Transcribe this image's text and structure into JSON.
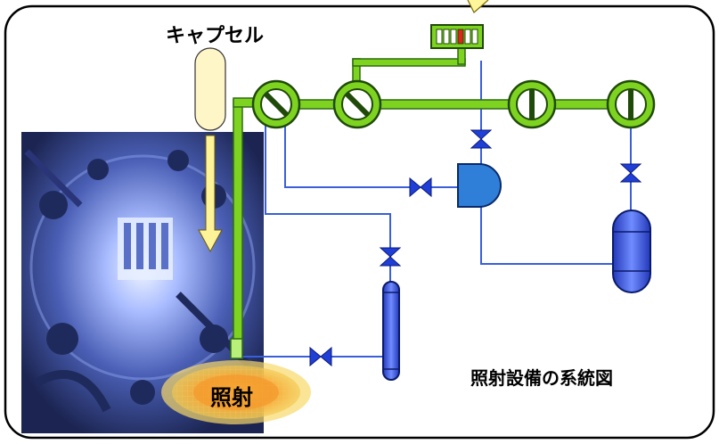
{
  "labels": {
    "capsule": "キャプセル",
    "irradiation": "照射",
    "system_title": "照射設備の系統図"
  },
  "colors": {
    "frame": "#000000",
    "green_pipe": "#7ed321",
    "green_pipe_edge": "#2f6b12",
    "blue_line": "#3a5fd9",
    "valve_blue": "#1f3fd6",
    "capsule_fill": "#fff6c8",
    "arrow_fill": "#fff39a",
    "orange_glow": "#f3a93a"
  },
  "icons": {
    "valve_green": "rotary-valve-icon",
    "valve_blue": "gate-valve-icon",
    "pump": "pump-icon",
    "tank": "tank-icon",
    "panel": "control-panel-icon",
    "core_photo": "reactor-core-photo"
  }
}
